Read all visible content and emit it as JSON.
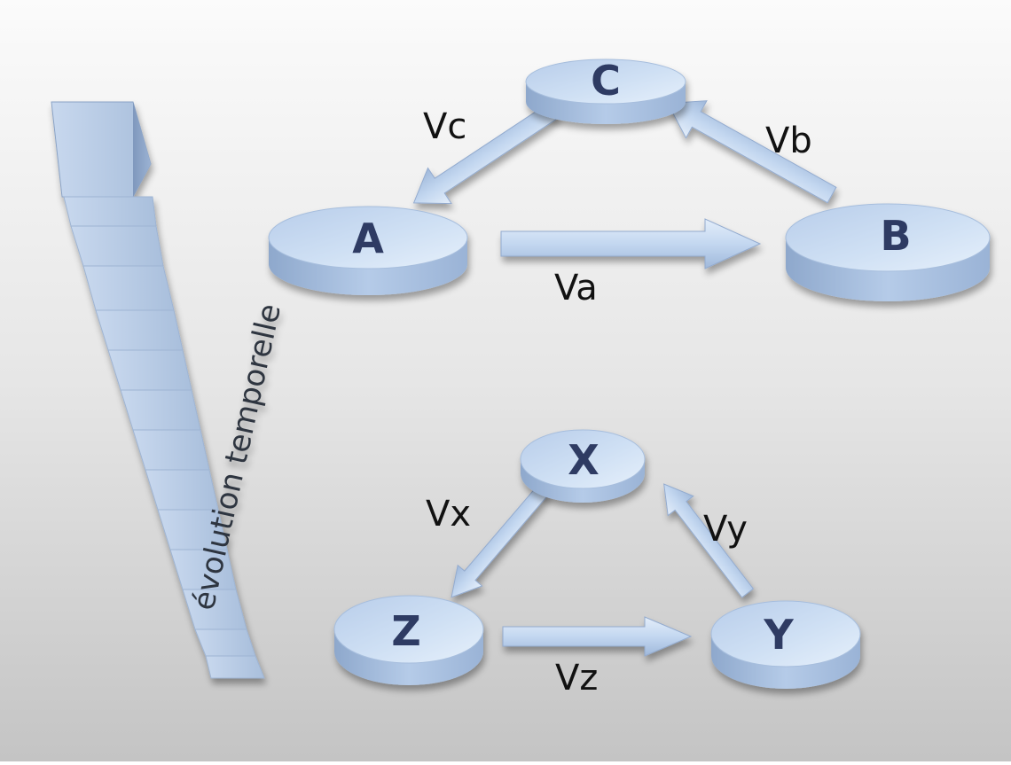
{
  "timeline": {
    "label": "évolution temporelle"
  },
  "top_cycle": {
    "nodes": {
      "a": "A",
      "b": "B",
      "c": "C"
    },
    "arrows": {
      "c_to_a": "Vc",
      "b_to_c": "Vb",
      "a_to_b": "Va"
    }
  },
  "bottom_cycle": {
    "nodes": {
      "x": "X",
      "y": "Y",
      "z": "Z"
    },
    "arrows": {
      "x_to_z": "Vx",
      "y_to_x": "Vy",
      "z_to_y": "Vz"
    }
  },
  "colors": {
    "disc_top": "#c9dcf2",
    "disc_side": "#9fb7d6",
    "letter": "#2d3a63",
    "background_top": "#fbfbfb",
    "background_bottom": "#c4c4c4"
  }
}
